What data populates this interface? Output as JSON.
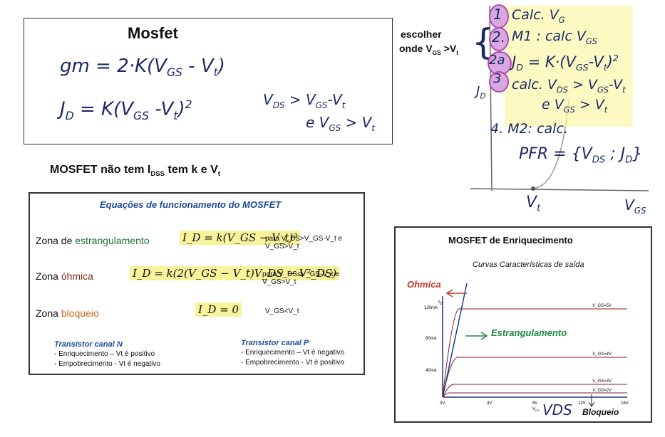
{
  "panel1": {
    "title": "Mosfet",
    "eq_gm": "gm = 2·K(V",
    "eq_gm_sub": "GS",
    "eq_gm_tail": " - V",
    "eq_gm_sub2": "t",
    "eq_gm_end": ")",
    "eq_id": "J",
    "eq_id_sub": "D",
    "eq_id_mid": " = K(V",
    "eq_id_sub2": "GS",
    "eq_id_mid2": " -V",
    "eq_id_sub3": "t",
    "eq_id_end": ")",
    "eq_id_sup": "2",
    "cond1": "V",
    "cond1_sub": "DS",
    "cond1_tail": " > V",
    "cond1_sub2": "GS",
    "cond1_end": "-V",
    "cond1_sub3": "t",
    "cond2": "e V",
    "cond2_sub": "GS",
    "cond2_tail": " > V",
    "cond2_sub2": "t"
  },
  "note_dss": {
    "text_a": "MOSFET não tem I",
    "text_sub": "DSS",
    "text_b": " tem k e V",
    "text_sub2": "t"
  },
  "panel2": {
    "title": "Equações de funcionamento do MOSFET",
    "rows": [
      {
        "zone": "Zona de ",
        "zone_word": "estrangulamento",
        "eq": "I_D = k(V_GS − V_t)²",
        "cond": "para V_DS>V_GS-V_t e V_GS>V_t"
      },
      {
        "zone": "Zona ",
        "zone_word": "óhmica",
        "eq": "I_D = k(2(V_GS − V_t)V_DS − V²_DS)",
        "cond": "para V_DS≤V_GS-V_t e V_GS>V_t"
      },
      {
        "zone": "Zona ",
        "zone_word": "bloqueio",
        "eq": "I_D = 0",
        "cond": "V_GS<V_t"
      }
    ],
    "n_title": "Transístor canal N",
    "n_items": [
      "- Enriquecimento – Vt é positivo",
      "- Empobrecimento - Vt é negativo"
    ],
    "p_title": "Transístor canal P",
    "p_items": [
      "- Enriquecimento – Vt é negativo",
      "- Empobrecimento - Vt é positivo"
    ]
  },
  "handnotes": {
    "escolher": "escolher",
    "onde": "onde V",
    "onde_sub": "GS",
    "onde_tail": " >V",
    "onde_sub2": "t",
    "step1": "Calc. V",
    "step1_sub": "G",
    "step2": "M1 : calc V",
    "step2_sub": "GS",
    "step2a": "J",
    "step2a_sub": "D",
    "step2a_tail": " = K·(V",
    "step2a_sub2": "GS",
    "step2a_end": "-V",
    "step2a_sub3": "t",
    "step2a_close": ")",
    "step2a_sup": "2",
    "step3": "calc. V",
    "step3_sub": "DS",
    "step3_tail": " > V",
    "step3_sub2": "GS",
    "step3_end": "-V",
    "step3_sub3": "t",
    "step3b": "e V",
    "step3b_sub": "GS",
    "step3b_tail": " > V",
    "step3b_sub2": "t",
    "step4": "4. M2: calc.",
    "pfr": "PFR = {V",
    "pfr_sub": "DS",
    "pfr_mid": " ; J",
    "pfr_sub2": "D",
    "pfr_end": "}",
    "n1": "1",
    "n2": "2.",
    "n2a": "2a",
    "n3": "3",
    "axis_id": "J",
    "axis_id_sub": "D",
    "axis_vt": "V",
    "axis_vt_sub": "t",
    "axis_vgs": "V",
    "axis_vgs_sub": "GS"
  },
  "panel3": {
    "title": "MOSFET de Enriquecimento",
    "subtitle": "Curvas Características de saída",
    "ohmica": "Ohmica",
    "estrang": "Estrangulamento",
    "bloqueio": "Bloqueio",
    "vds_hand": "VDS",
    "id_label": "I",
    "id_sub": "D",
    "vds_label": "V",
    "vds_sub": "DS",
    "yticks": [
      "120mA",
      "80mA",
      "40mA"
    ],
    "xticks": [
      "0V",
      "4V",
      "8V",
      "12V",
      "16V"
    ],
    "curves": [
      "V_GS=5V",
      "V_GS=4V",
      "V_GS=3V",
      "V_GS=2V"
    ],
    "colors": {
      "ohmic": "#c0392b",
      "estrang": "#1f8a3f",
      "curve": "#8a1f1f",
      "axis": "#1e3c8a"
    }
  }
}
